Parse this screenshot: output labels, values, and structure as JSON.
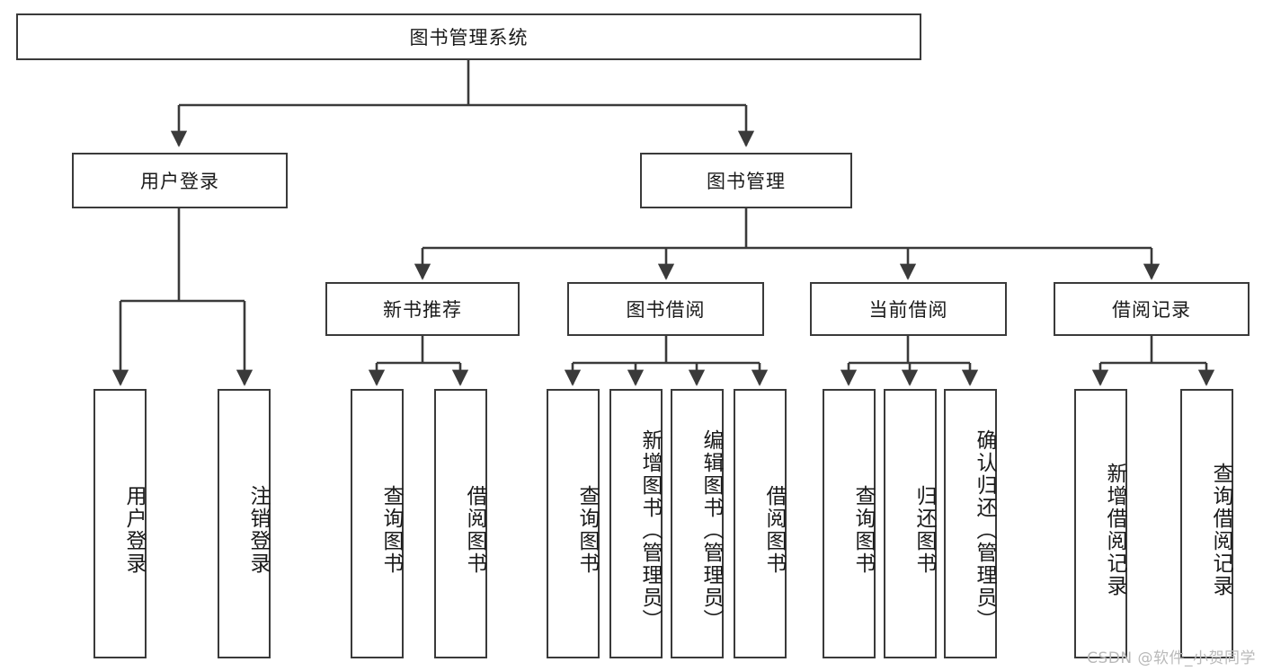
{
  "diagram": {
    "title": "图书管理系统",
    "type": "tree",
    "watermark": "CSDN @软件_小贺同学",
    "colors": {
      "border": "#3a3a3a",
      "background": "#ffffff",
      "text": "#1a1a1a",
      "watermark": "#b9b9b9"
    },
    "root": {
      "label": "图书管理系统"
    },
    "level2": [
      {
        "label": "用户登录"
      },
      {
        "label": "图书管理"
      }
    ],
    "level3": [
      {
        "label": "新书推荐"
      },
      {
        "label": "图书借阅"
      },
      {
        "label": "当前借阅"
      },
      {
        "label": "借阅记录"
      }
    ],
    "leaves": {
      "user_login": [
        {
          "label": "用户登录"
        },
        {
          "label": "注销登录"
        }
      ],
      "new_book_recommend": [
        {
          "label": "查询图书"
        },
        {
          "label": "借阅图书"
        }
      ],
      "book_borrow": [
        {
          "label": "查询图书"
        },
        {
          "label": "新增图书（管理员）"
        },
        {
          "label": "编辑图书（管理员）"
        },
        {
          "label": "借阅图书"
        }
      ],
      "current_borrow": [
        {
          "label": "查询图书"
        },
        {
          "label": "归还图书"
        },
        {
          "label": "确认归还（管理员）"
        }
      ],
      "borrow_record": [
        {
          "label": "新增借阅记录"
        },
        {
          "label": "查询借阅记录"
        }
      ]
    }
  }
}
